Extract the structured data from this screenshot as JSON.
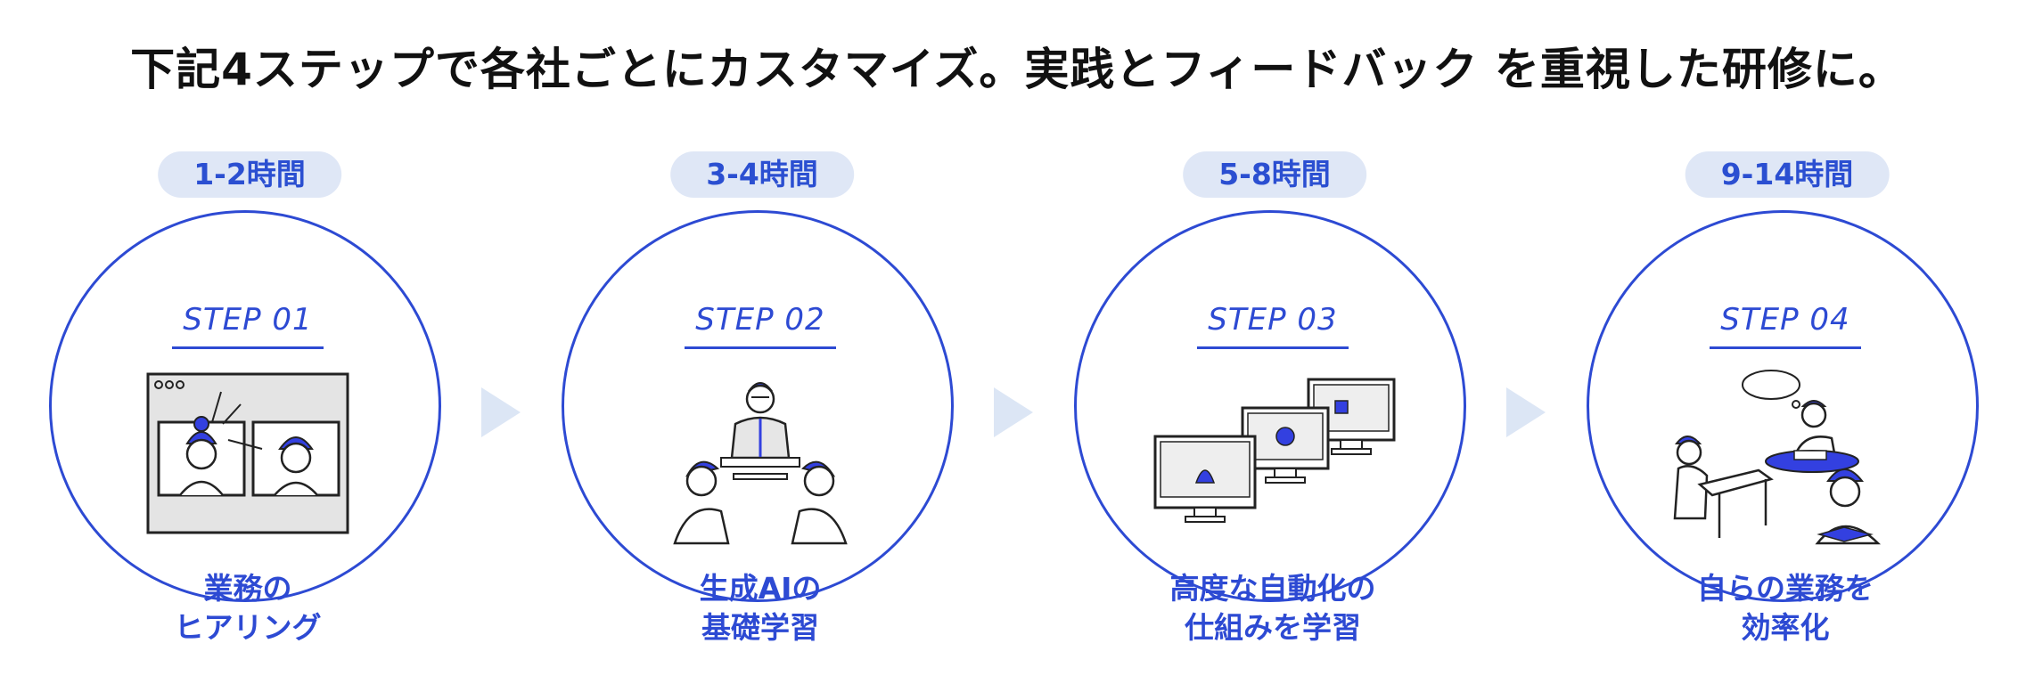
{
  "headline": "下記4ステップで各社ごとにカスタマイズ。実践とフィードバック を重視した研修に。",
  "steps": [
    {
      "duration": "1-2時間",
      "label": "STEP 01",
      "caption_line1": "業務の",
      "caption_line2": "ヒアリング",
      "illustration": "video-call-icon"
    },
    {
      "duration": "3-4時間",
      "label": "STEP 02",
      "caption_line1": "生成AIの",
      "caption_line2": "基礎学習",
      "illustration": "classroom-icon"
    },
    {
      "duration": "5-8時間",
      "label": "STEP 03",
      "caption_line1": "高度な自動化の",
      "caption_line2": "仕組みを学習",
      "illustration": "computers-icon"
    },
    {
      "duration": "9-14時間",
      "label": "STEP 04",
      "caption_line1": "自らの業務を",
      "caption_line2": "効率化",
      "illustration": "self-study-icon"
    }
  ],
  "colors": {
    "accent": "#2d4ad3",
    "pill_bg": "#dfe7f6",
    "arrow": "#dce6f5",
    "text": "#111111"
  }
}
